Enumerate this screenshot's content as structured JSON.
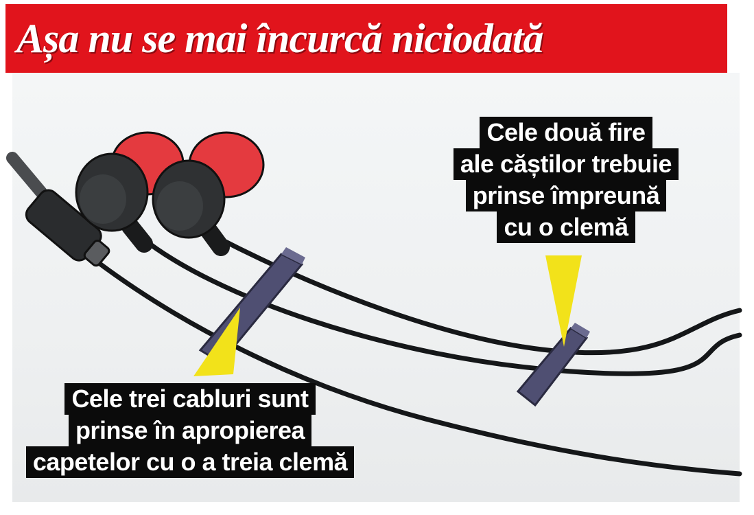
{
  "headline": "Așa nu se mai încurcă niciodată",
  "callouts": {
    "headphone_wires": {
      "lines": [
        "Cele două fire",
        "ale căștilor trebuie",
        "prinse împreună",
        "cu o clemă"
      ]
    },
    "three_cables": {
      "lines": [
        "Cele trei cabluri sunt",
        "prinse în apropierea",
        "capetelor cu o a treia clemă"
      ]
    }
  },
  "colors": {
    "banner": "#e1141c",
    "earbud_cap": "#e43a3f",
    "earbud_body": "#2f3133",
    "cable": "#151719",
    "clip": "#4f4f72",
    "pointer": "#f2e21a",
    "label_bg": "#0b0b0b"
  },
  "icons": [
    "earbud-left-icon",
    "earbud-right-icon",
    "jack-plug-icon",
    "cable-clip-icon"
  ]
}
